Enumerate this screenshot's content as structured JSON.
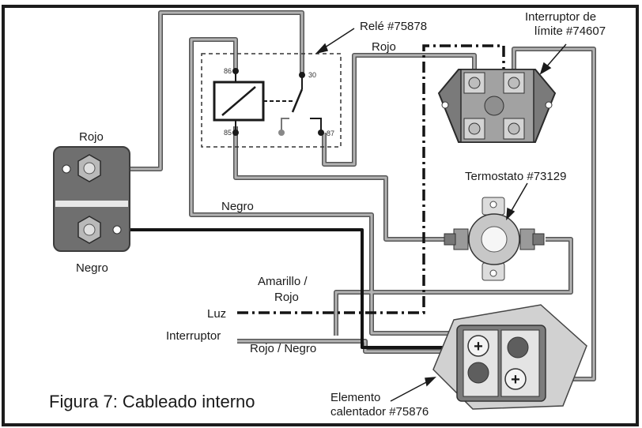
{
  "labels": {
    "rele": "Relé #75878",
    "rojo_top": "Rojo",
    "limit_switch_line1": "Interruptor de",
    "limit_switch_line2": "límite #74607",
    "battery_rojo": "Rojo",
    "battery_negro": "Negro",
    "negro_wire": "Negro",
    "termostato": "Termostato #73129",
    "amarillo_line1": "Amarillo /",
    "amarillo_line2": "Rojo",
    "luz": "Luz",
    "interruptor": "Interruptor",
    "rojo_negro": "Rojo / Negro",
    "elemento_line1": "Elemento",
    "elemento_line2": "calentador #75876",
    "figure_caption": "Figura 7: Cableado interno"
  },
  "relay_pins": {
    "p86": "86",
    "p85": "85",
    "p30": "30",
    "p87": "87"
  },
  "terminal_symbols": {
    "plus_upper": "+",
    "plus_lower": "+"
  },
  "colors": {
    "wire_gray": "#8a8a8a",
    "wire_black": "#141414",
    "frame": "#1c1c1c"
  }
}
